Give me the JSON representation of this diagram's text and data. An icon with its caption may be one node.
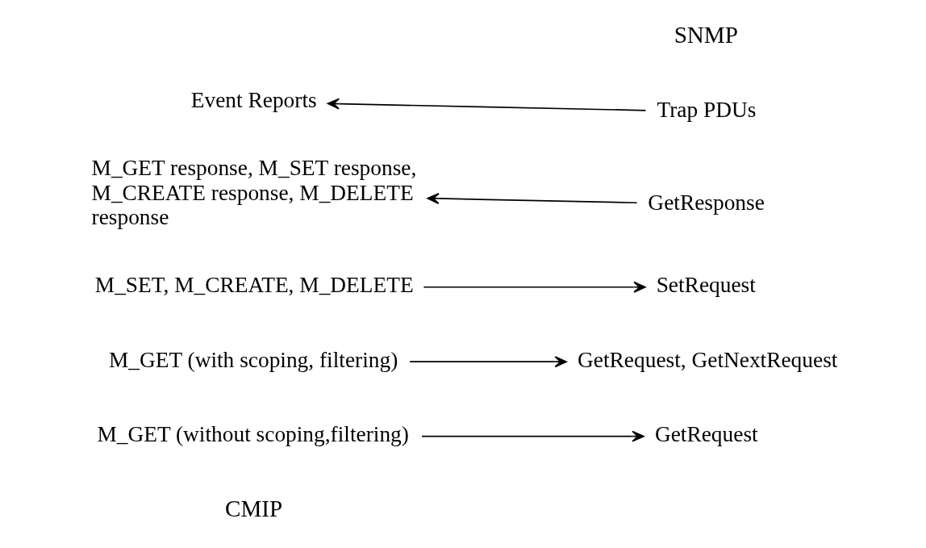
{
  "diagram": {
    "nodes": [
      {
        "text": [
          "M_GET (without scoping,filtering)"
        ]
      },
      {
        "text": [
          "GetRequest"
        ]
      },
      {
        "text": [
          "M_GET (with scoping, filtering)"
        ]
      },
      {
        "text": [
          "GetRequest, GetNextRequest"
        ]
      },
      {
        "text": [
          "M_SET, M_CREATE, M_DELETE"
        ]
      },
      {
        "text": [
          "SetRequest"
        ]
      },
      {
        "text": [
          "M_GET response, M_SET response, M_CREATE response, M_DELETE response"
        ]
      },
      {
        "text": [
          "GetResponse"
        ]
      },
      {
        "text": [
          "Event Reports"
        ]
      },
      {
        "text": [
          "Trap PDUs"
        ]
      }
    ],
    "edges": [
      {
        "from": 0,
        "to": 1,
        "arrow": "to"
      },
      {
        "from": 2,
        "to": 3,
        "arrow": "to"
      },
      {
        "from": 4,
        "to": 5,
        "arrow": "to"
      },
      {
        "from": 7,
        "to": 6,
        "arrow": "to"
      },
      {
        "from": 9,
        "to": 8,
        "arrow": "to"
      }
    ],
    "labels": [
      "CMIP",
      "SNMP"
    ]
  }
}
